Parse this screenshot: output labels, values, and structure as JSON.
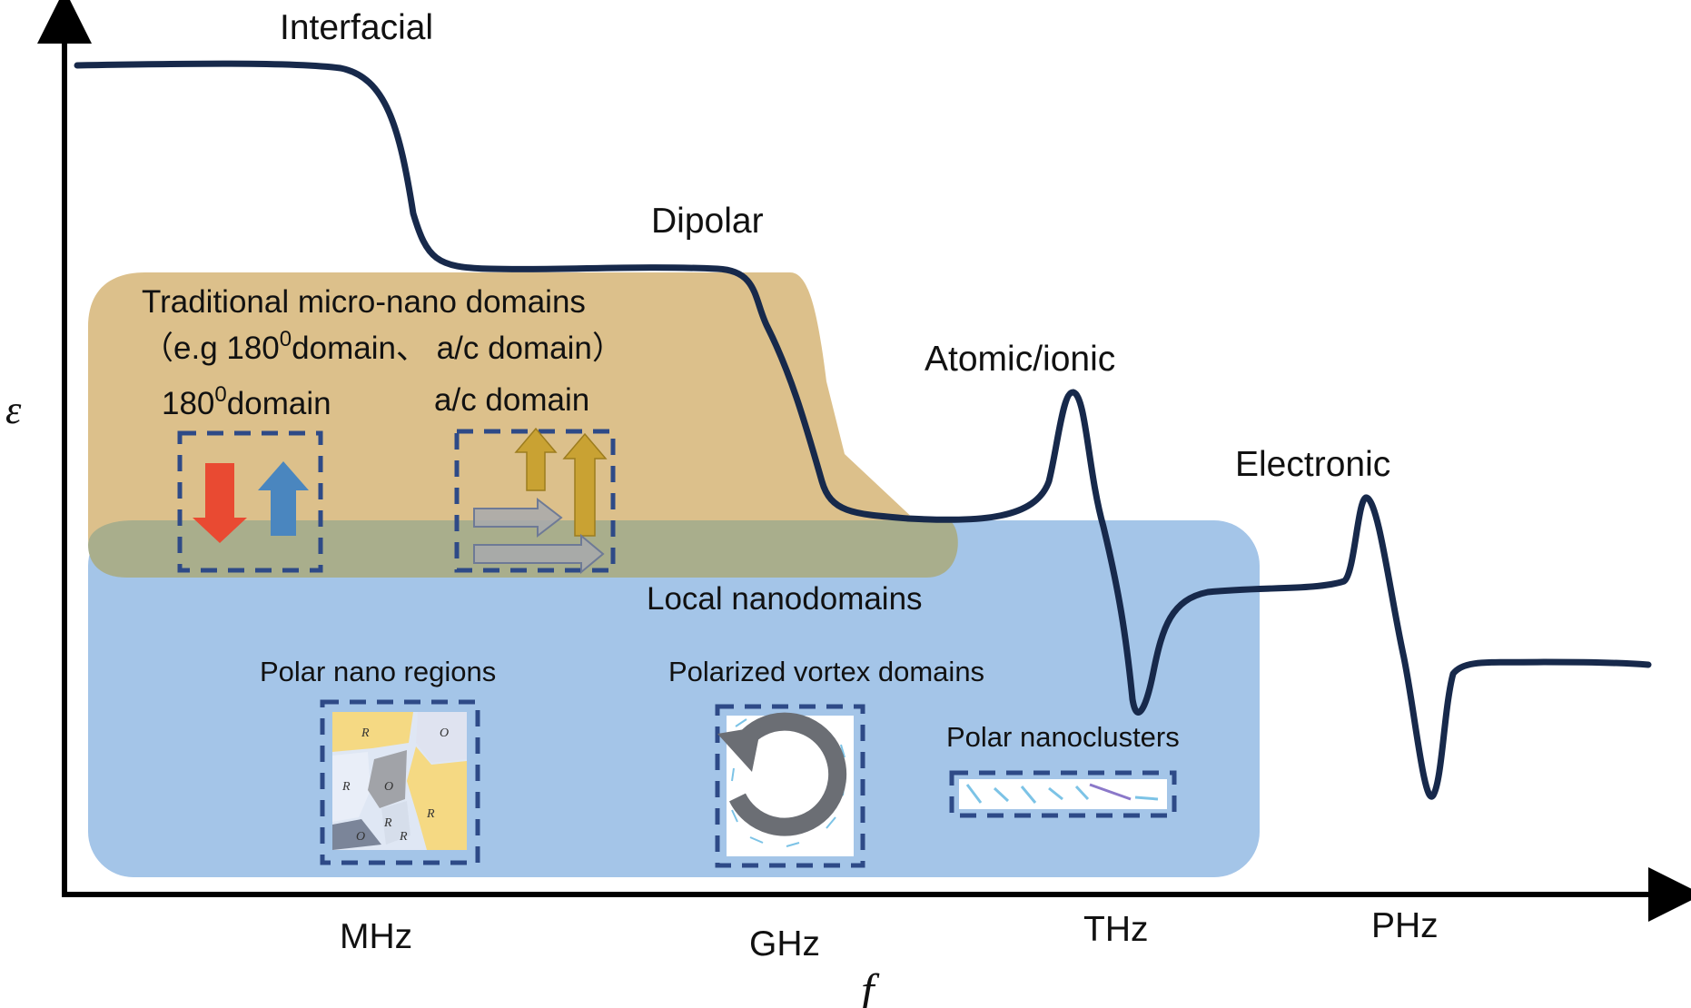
{
  "axes": {
    "y_symbol": "ε",
    "x_symbol": "f",
    "ticks": [
      "MHz",
      "GHz",
      "THz",
      "PHz"
    ]
  },
  "mechanisms": {
    "interfacial": "Interfacial",
    "dipolar": "Dipolar",
    "atomic": "Atomic/ionic",
    "electronic": "Electronic"
  },
  "traditional": {
    "title": "Traditional micro-nano domains",
    "example_prefix": "（e.g 180",
    "example_sup": "0",
    "example_suffix": "domain、 a/c domain）",
    "domain180_prefix": "180",
    "domain180_sup": "0",
    "domain180_suffix": "domain",
    "ac_domain": "a/c domain"
  },
  "local": {
    "title": "Local nanodomains",
    "pnr": "Polar nano regions",
    "vortex": "Polarized vortex  domains",
    "clusters": "Polar nanoclusters",
    "region_letters": [
      "R",
      "O",
      "R",
      "O",
      "R",
      "R",
      "O",
      "R"
    ]
  },
  "colors": {
    "curve": "#17294b",
    "traditional_fill": "#dcc08b",
    "local_fill": "#a4c5e8",
    "overlap_fill": "#a9ae8c",
    "dashed_box": "#2e4a87",
    "red_arrow": "#e94a32",
    "blue_arrow": "#4a86bf",
    "gold_arrow": "#c9a233",
    "gray_arrow": "#a8a9ad"
  }
}
